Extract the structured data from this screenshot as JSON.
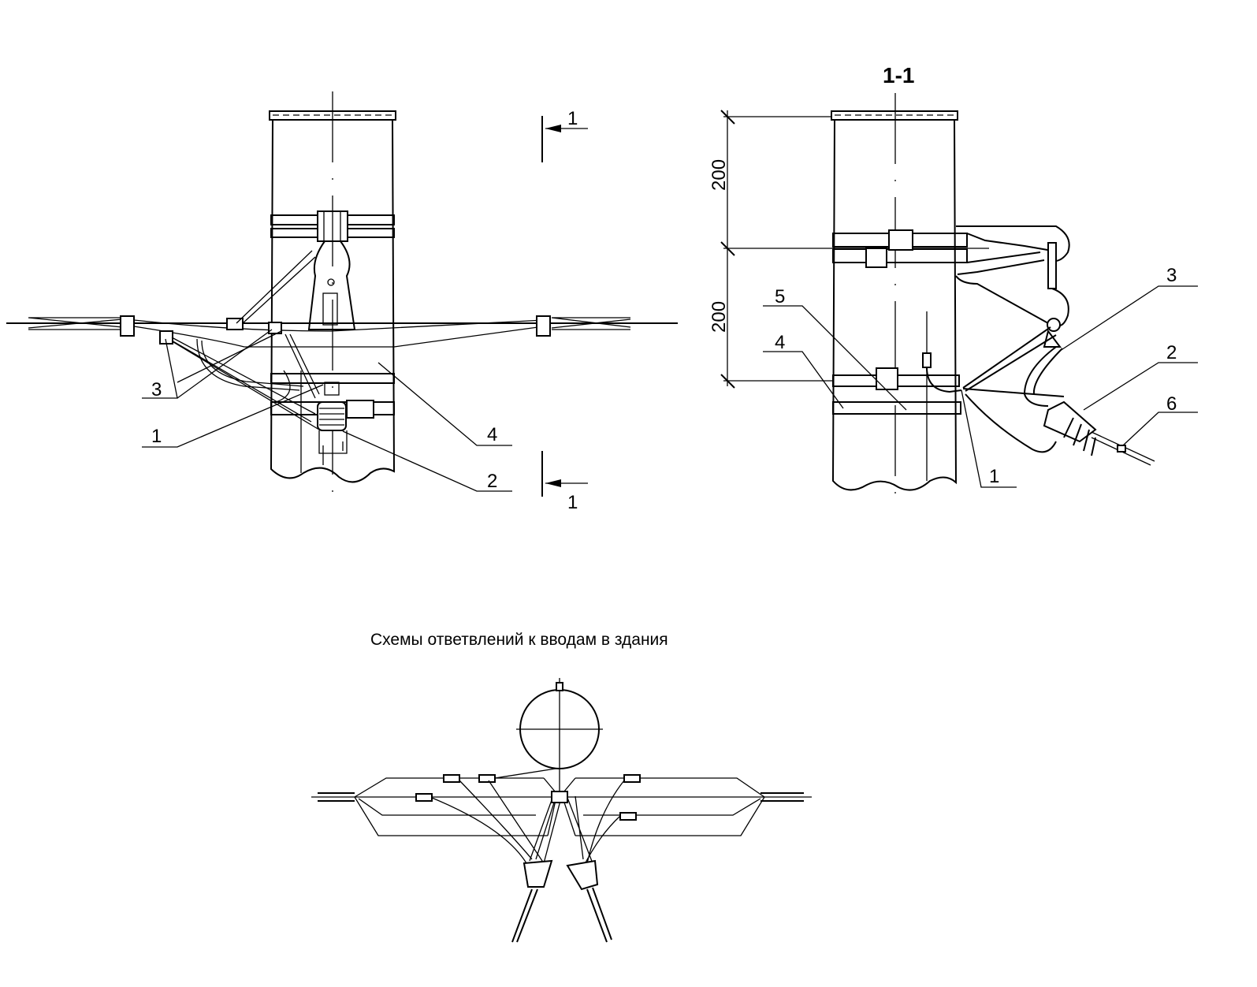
{
  "front_view": {
    "callouts": [
      "3",
      "1",
      "4",
      "2"
    ],
    "section_mark_top": "1",
    "section_mark_bottom": "1"
  },
  "section_view": {
    "title": "1-1",
    "dimensions": [
      "200",
      "200"
    ],
    "callouts": [
      "5",
      "4",
      "3",
      "2",
      "6",
      "1"
    ]
  },
  "schemes": {
    "title": "Схемы ответвлений к вводам в здания"
  }
}
